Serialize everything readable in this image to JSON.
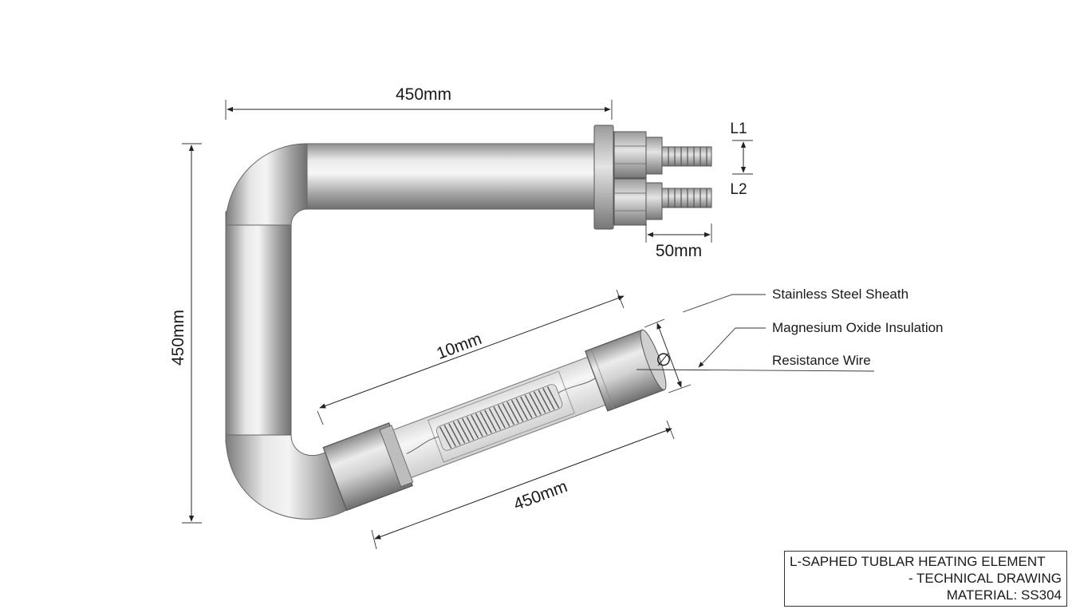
{
  "dimensions": {
    "top_length": "450mm",
    "vertical_length": "450mm",
    "diagonal_top": "10mm",
    "diagonal_bottom": "450mm",
    "terminal_length": "50mm",
    "diameter_symbol": "∅"
  },
  "terminals": {
    "l1": "L1",
    "l2": "L2"
  },
  "callouts": {
    "sheath": "Stainless Steel Sheath",
    "insulation": "Magnesium Oxide Insulation",
    "wire": "Resistance Wire"
  },
  "title_block": {
    "line1": "L-SAPHED TUBLAR HEATING ELEMENT",
    "line2": "- TECHNICAL DRAWING",
    "line3": "MATERIAL: SS304"
  }
}
